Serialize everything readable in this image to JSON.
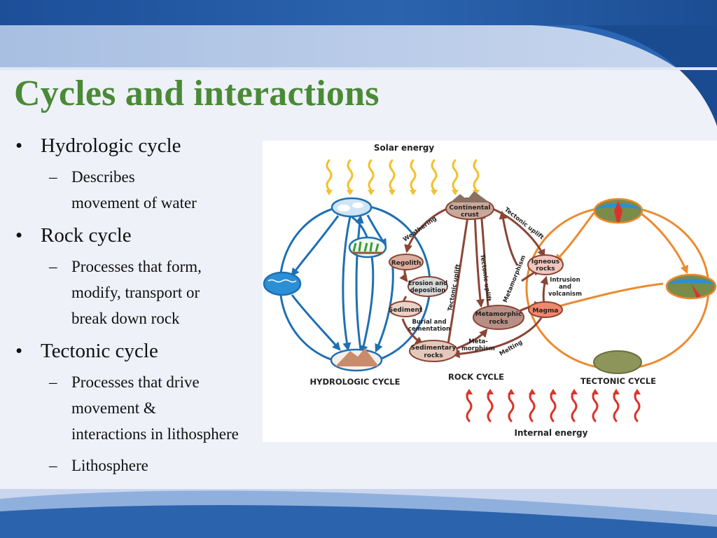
{
  "slide": {
    "title": "Cycles and interactions",
    "bullets": [
      {
        "text": "Hydrologic cycle",
        "sub": [
          "Describes",
          "movement of water"
        ]
      },
      {
        "text": "Rock cycle",
        "sub": [
          "Processes that form,",
          "modify, transport or",
          "break down rock"
        ]
      },
      {
        "text": "Tectonic cycle",
        "sub": [
          "Processes that drive",
          "movement &",
          "interactions in lithosphere"
        ]
      }
    ],
    "last_sub": "Lithosphere"
  },
  "diagram": {
    "solar_energy": "Solar energy",
    "internal_energy": "Internal energy",
    "cycles": {
      "hydrologic": "HYDROLOGIC CYCLE",
      "rock": "ROCK CYCLE",
      "tectonic": "TECTONIC CYCLE"
    },
    "nodes": {
      "continental_crust": [
        "Continental",
        "crust"
      ],
      "regolith": "Regolith",
      "erosion": [
        "Erosion and",
        "deposition"
      ],
      "sediment": "Sediment",
      "sedimentary_rocks": [
        "Sedimentary",
        "rocks"
      ],
      "metamorphic_rocks": [
        "Metamorphic",
        "rocks"
      ],
      "igneous_rocks": [
        "Igneous",
        "rocks"
      ],
      "magma": "Magma"
    },
    "processes": {
      "weathering": "Weathering",
      "tectonic_uplift": "Tectonic uplift",
      "metamorphism": "Metamorphism",
      "intrusion": [
        "Intrusion",
        "and",
        "volcanism"
      ],
      "burial": [
        "Burial and",
        "cementation"
      ],
      "metamorphism_split": [
        "Meta-",
        "morphism"
      ],
      "melting": "Melting"
    },
    "colors": {
      "hydro": "#1f6fb2",
      "rock": "#8a4535",
      "tectonic": "#ec8a2e",
      "solar": "#f2c12e",
      "internal": "#d9342b",
      "title": "#4a8a36"
    }
  }
}
